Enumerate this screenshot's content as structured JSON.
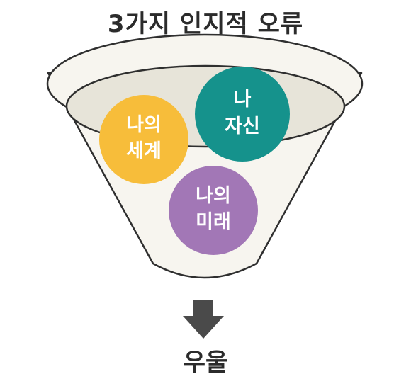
{
  "title": "3가지 인지적 오류",
  "circles": [
    {
      "line1": "나의",
      "line2": "세계",
      "color": "#F7BD3A"
    },
    {
      "line1": "나",
      "line2": "자신",
      "color": "#15928C"
    },
    {
      "line1": "나의",
      "line2": "미래",
      "color": "#A277B6"
    }
  ],
  "result": "우울",
  "colors": {
    "funnel_body": "#F7F5EF",
    "funnel_rim": "#E7E4D9",
    "outline": "#2F2F2F",
    "arrow": "#4A4A4A"
  }
}
